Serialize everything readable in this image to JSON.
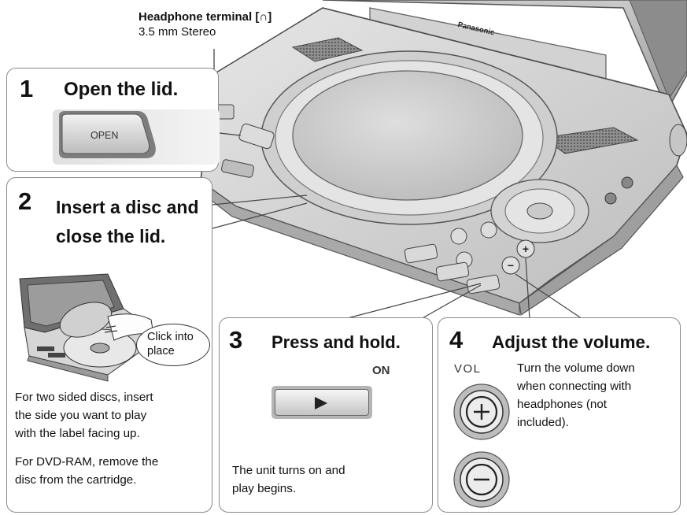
{
  "callout": {
    "headphone_title": "Headphone terminal [",
    "headphone_symbol": "∩",
    "headphone_close": "]",
    "headphone_spec": "3.5 mm Stereo"
  },
  "product": {
    "brand": "Panasonic"
  },
  "step1": {
    "number": "1",
    "title": "Open the lid.",
    "button_label": "OPEN"
  },
  "step2": {
    "number": "2",
    "title_line1": "Insert a disc and",
    "title_line2": "close the lid.",
    "bubble_line1": "Click into",
    "bubble_line2": "place",
    "note1_line1": "For two sided discs, insert",
    "note1_line2": "the side you want to play",
    "note1_line3": "with the label facing up.",
    "note2_line1": "For DVD-RAM, remove the",
    "note2_line2": "disc from the cartridge."
  },
  "step3": {
    "number": "3",
    "title": "Press and hold.",
    "on_label": "ON",
    "play_icon": "play-icon",
    "body_line1": "The unit turns on and",
    "body_line2": "play begins."
  },
  "step4": {
    "number": "4",
    "title": "Adjust the volume.",
    "vol_label": "VOL",
    "plus_icon": "plus-icon",
    "minus_icon": "minus-icon",
    "body_line1": "Turn the volume down",
    "body_line2": "when connecting with",
    "body_line3": "headphones (not",
    "body_line4": "included)."
  }
}
